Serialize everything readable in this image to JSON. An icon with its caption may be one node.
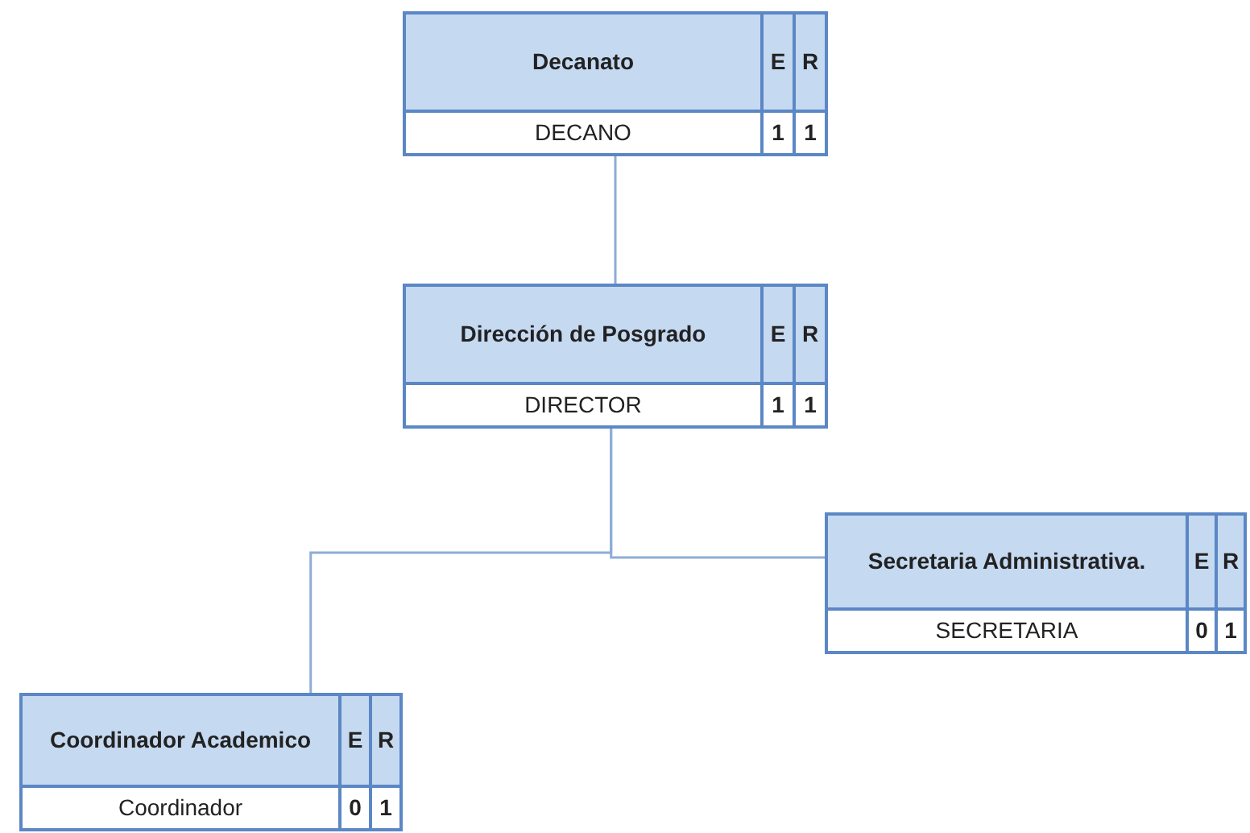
{
  "diagram": {
    "nodes": [
      {
        "text": [
          "Decanato",
          "E",
          "R",
          "DECANO",
          "1",
          "1"
        ]
      },
      {
        "text": [
          "Dirección de Posgrado",
          "E",
          "R",
          "DIRECTOR",
          "1",
          "1"
        ]
      },
      {
        "text": [
          "Secretaria Administrativa.",
          "E",
          "R",
          "SECRETARIA",
          "0",
          "1"
        ]
      },
      {
        "text": [
          "Coordinador Academico",
          "E",
          "R",
          "Coordinador",
          "0",
          "1"
        ]
      }
    ],
    "edges": [
      {
        "from": 0,
        "to": 1,
        "arrow": "none"
      },
      {
        "from": 1,
        "to": 2,
        "arrow": "none"
      },
      {
        "from": 1,
        "to": 3,
        "arrow": "none"
      }
    ]
  }
}
